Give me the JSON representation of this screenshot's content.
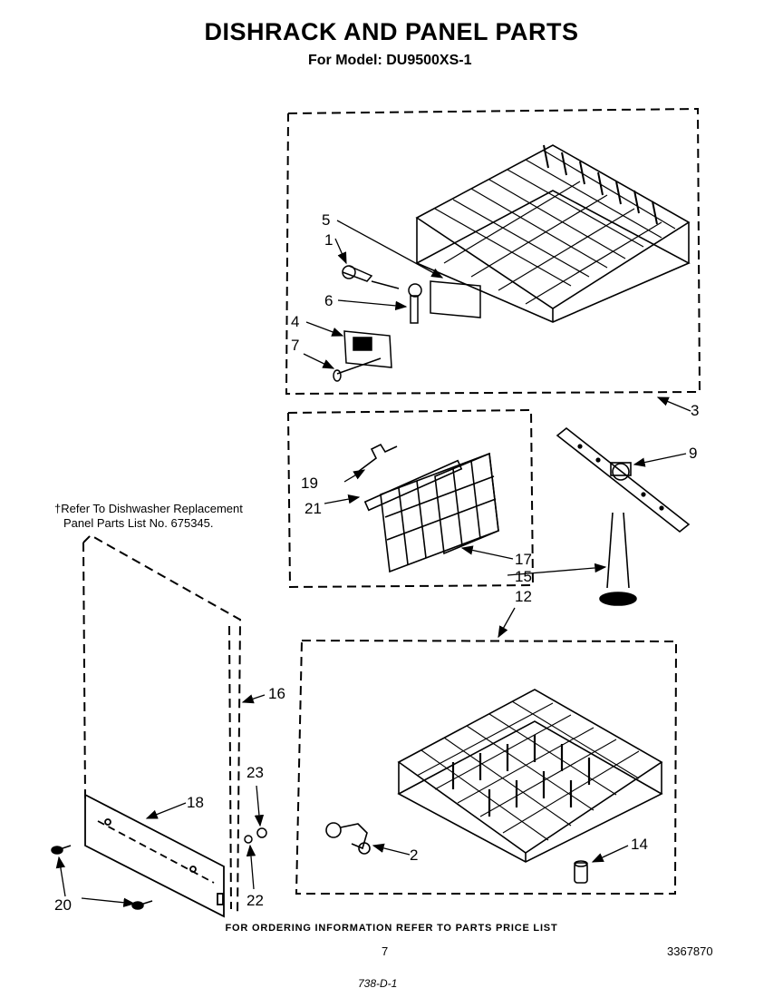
{
  "title": "DISHRACK AND PANEL PARTS",
  "subtitle": "For Model: DU9500XS-1",
  "note": {
    "line1": "†Refer To Dishwasher Replacement",
    "line2": "Panel Parts List No. 675345."
  },
  "footer": "FOR ORDERING INFORMATION REFER TO PARTS PRICE LIST",
  "page_number": "7",
  "document_number": "3367870",
  "stamp": "738-D-1",
  "callouts": {
    "c1": "1",
    "c2": "2",
    "c3": "3",
    "c4": "4",
    "c5": "5",
    "c6": "6",
    "c7": "7",
    "c9": "9",
    "c12": "12",
    "c14": "14",
    "c15": "15",
    "c16": "16",
    "c17": "17",
    "c18": "18",
    "c19": "19",
    "c20": "20",
    "c21": "21",
    "c22": "22",
    "c23": "23"
  }
}
